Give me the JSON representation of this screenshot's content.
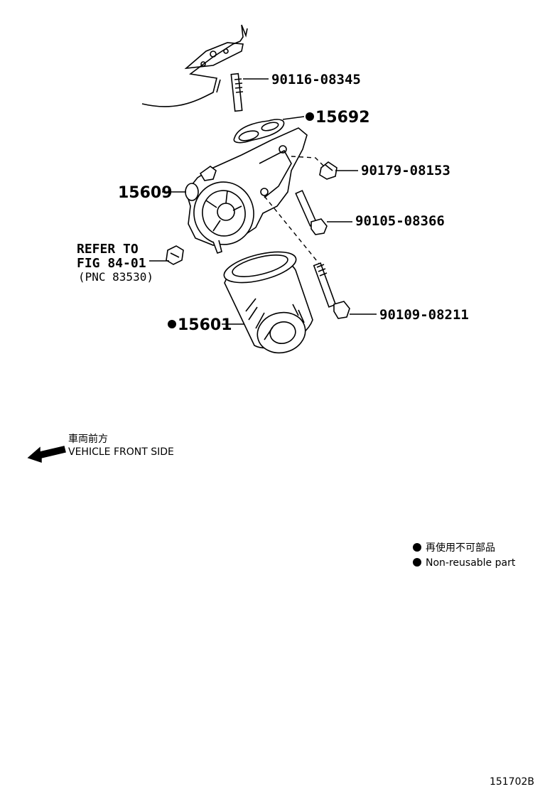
{
  "parts": {
    "bolt_top": "90116-08345",
    "gasket": "15692",
    "union": "90179-08153",
    "housing": "15609",
    "bolt_mid": "90105-08366",
    "bolt_low": "90109-08211",
    "filter": "15601"
  },
  "reference": {
    "line1": "REFER TO",
    "line2": "FIG 84-01",
    "line3": "(PNC 83530)"
  },
  "direction": {
    "jp": "車両前方",
    "en": "VEHICLE FRONT SIDE"
  },
  "legend": {
    "jp": "再使用不可部品",
    "en": "Non-reusable part"
  },
  "figure_id": "151702B"
}
